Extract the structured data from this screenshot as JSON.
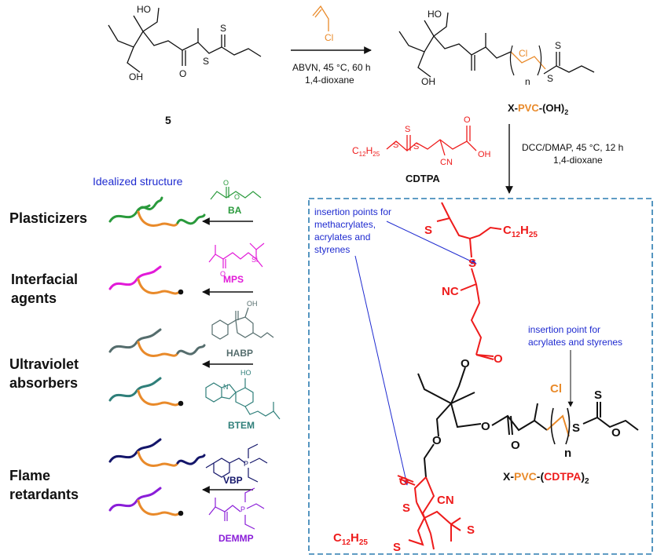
{
  "colors": {
    "black": "#111111",
    "red": "#ee1c1c",
    "orange": "#e98a2a",
    "blue": "#1f2bd0",
    "box": "#2a7bb0",
    "green": "#2a9a3c",
    "magenta": "#e21ad8",
    "gray": "#556d6d",
    "teal": "#2f7f7a",
    "navy": "#14166a",
    "purple": "#8a1ed8"
  },
  "top_reaction": {
    "compound_number": "5",
    "monomer_atom": "Cl",
    "conditions_line1": "ABVN, 45 °C, 60 h",
    "conditions_line2": "1,4-dioxane",
    "start_atoms": {
      "ho": "HO",
      "oh": "OH",
      "o": "O",
      "s1": "S",
      "s2": "S"
    },
    "product_atoms": {
      "ho": "HO",
      "oh": "OH",
      "cl": "Cl",
      "n": "n",
      "s1": "S",
      "s2": "S"
    },
    "product_label": {
      "part1": "X-",
      "part2": "PVC",
      "part3": "-(OH)",
      "sub": "2"
    }
  },
  "cdtpa": {
    "c12": "C",
    "c12_sub1": "12",
    "h25": "H",
    "h25_sub": "25",
    "s1": "S",
    "s2": "S",
    "s3": "S",
    "cn": "CN",
    "o": "O",
    "oh": "OH",
    "name": "CDTPA",
    "conditions_line1": "DCC/DMAP, 45 °C, 12 h",
    "conditions_line2": "1,4-dioxane"
  },
  "macro_raft": {
    "note1": [
      "insertion points for",
      "methacrylates,",
      "acrylates and",
      "styrenes"
    ],
    "note2": [
      "insertion point for",
      "acrylates and styrenes"
    ],
    "atoms": {
      "s_top": "S",
      "s_mid": "S",
      "c12": "C",
      "c12_sub": "12",
      "h25": "H",
      "h25_sub": "25",
      "nc": "NC",
      "o_top": "O",
      "o_right": "O",
      "o_left": "O",
      "o_left2": "O",
      "cl": "Cl",
      "n": "n",
      "s_end1": "S",
      "s_end2": "S",
      "o_end": "O",
      "s_bot": "S",
      "s_bot2": "S",
      "cn": "CN",
      "c12b": "C",
      "c12b_sub": "12",
      "h25b": "H",
      "h25b_sub": "25"
    },
    "label": {
      "part1": "X-",
      "part2": "PVC",
      "part3": "-(",
      "part4": "CDTPA",
      "part5": ")",
      "sub": "2"
    }
  },
  "left_panel": {
    "idealized_structure": "Idealized structure",
    "categories": [
      {
        "line1": "Plasticizers",
        "line2": ""
      },
      {
        "line1": "Interfacial",
        "line2": "agents"
      },
      {
        "line1": "Ultraviolet",
        "line2": "absorbers"
      },
      {
        "line1": "Flame",
        "line2": "retardants"
      }
    ],
    "monomers": {
      "ba": "BA",
      "mps": "MPS",
      "habp": "HABP",
      "btem": "BTEM",
      "vbp": "VBP",
      "demmp": "DEMMP"
    },
    "monomer_atoms": {
      "o": "O",
      "si": "Si",
      "oh": "OH",
      "ho": "HO",
      "n": "N",
      "p": "P"
    }
  }
}
